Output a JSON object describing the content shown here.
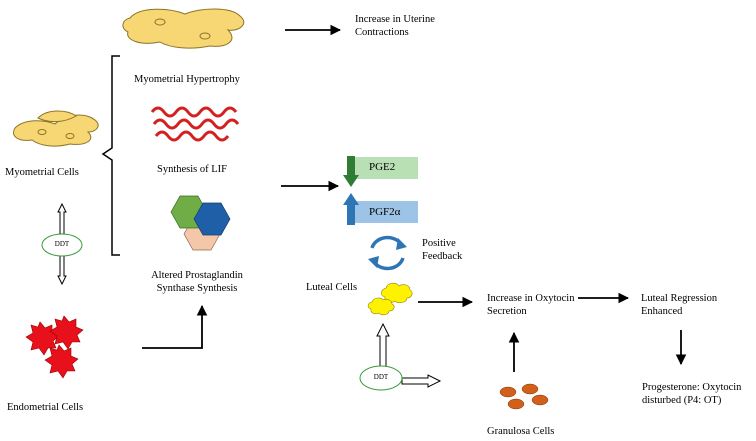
{
  "labels": {
    "uterine_contractions": "Increase in Uterine Contractions",
    "myometrial_hypertrophy": "Myometrial Hypertrophy",
    "myometrial_cells": "Myometrial Cells",
    "synthesis_lif": "Synthesis of LIF",
    "altered_prostaglandin": "Altered Prostaglandin Synthase Synthesis",
    "endometrial_cells": "Endometrial Cells",
    "luteal_cells": "Luteal Cells",
    "oxytocin_secretion": "Increase in Oxytocin Secretion",
    "luteal_regression": "Luteal Regression Enhanced",
    "progesterone": "Progesterone: Oxytocin disturbed (P4: OT)",
    "granulosa_cells": "Granulosa Cells",
    "positive_feedback": "Positive Feedback",
    "ddt_left": "DDT",
    "ddt_bottom": "DDT"
  },
  "boxes": {
    "pge2": "PGE2",
    "pgf2a": "PGF2α"
  },
  "colors": {
    "cell_fill": "#F6D774",
    "cell_stroke": "#8C7326",
    "helix": "#D42020",
    "hex_green": "#70AD47",
    "hex_blue": "#1F5FA8",
    "hex_peach": "#F4C7A8",
    "pge2_box": "#B8E0B4",
    "pgf2a_box": "#9DC3E6",
    "down_arrow": "#2E7D32",
    "up_arrow": "#2E75B6",
    "feedback_arrows": "#2E75B6",
    "endometrial_red": "#E8101A",
    "luteal_yellow": "#FFF200",
    "granulosa_orange": "#D2601A",
    "ddt_ellipse": "#3A9A3A"
  }
}
